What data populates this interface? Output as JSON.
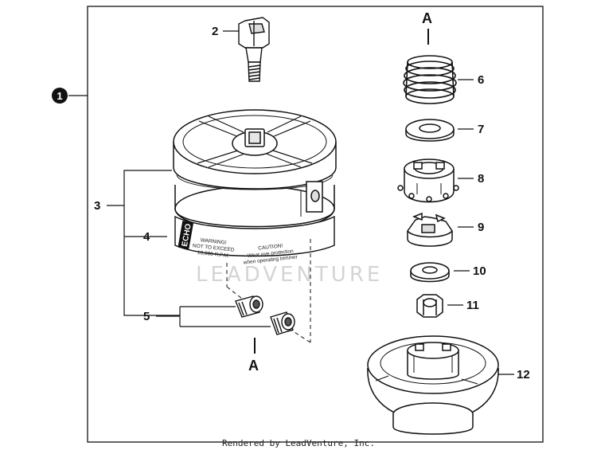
{
  "diagram": {
    "assembly_label": "1",
    "callouts": {
      "p2": "2",
      "p3": "3",
      "p4": "4",
      "p5": "5",
      "p6": "6",
      "p7": "7",
      "p8": "8",
      "p9": "9",
      "p10": "10",
      "p11": "11",
      "p12": "12"
    },
    "ref_top": "A",
    "ref_bottom": "A",
    "sticker": {
      "brand": "ECHO",
      "warning_lines": [
        "WARNING!",
        "NOT TO EXCEED",
        "10,000 R.P.M."
      ],
      "caution_lines": [
        "CAUTION!",
        "Wear eye protection",
        "when operating trimmer"
      ]
    }
  },
  "watermark": "LEADVENTURE",
  "footer": "Rendered by LeadVenture, Inc.",
  "colors": {
    "line": "#111111",
    "part_fill": "#ffffff",
    "shade": "#e6e6e6",
    "watermark": "#d4d4d4"
  }
}
